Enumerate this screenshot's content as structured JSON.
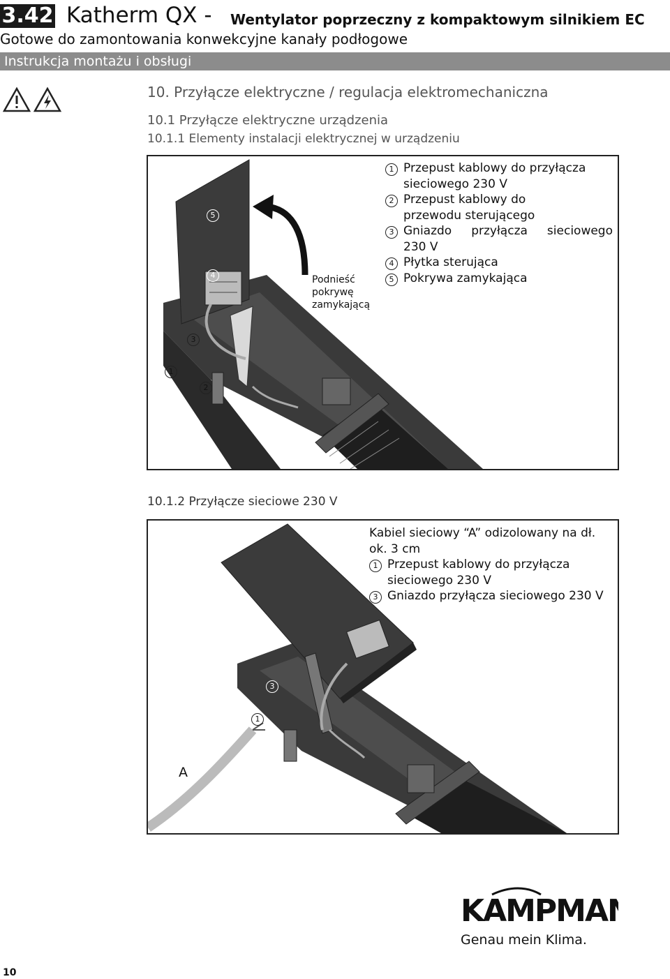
{
  "header": {
    "section_number": "3.42",
    "product_name": "Katherm QX -",
    "product_desc": "Wentylator poprzeczny z kompaktowym silnikiem EC",
    "subtitle": "Gotowe do zamontowania konwekcyjne kanały podłogowe",
    "band_label": "Instrukcja montażu i obsługi"
  },
  "section": {
    "heading": "10. Przyłącze elektryczne / regulacja elektromechaniczna",
    "subheading": "10.1 Przyłącze elektryczne urządzenia",
    "subsubheading": "10.1.1 Elementy instalacji elektrycznej w urządzeniu"
  },
  "figure1": {
    "callout": [
      "Podnieść",
      "pokrywę",
      "zamykającą"
    ],
    "labels": [
      "1",
      "2",
      "3",
      "4",
      "5"
    ],
    "legend": [
      {
        "num": "1",
        "text": "Przepust kablowy do przyłącza",
        "text2": "sieciowego 230 V"
      },
      {
        "num": "2",
        "text": "Przepust kablowy do",
        "text2": "przewodu sterującego"
      },
      {
        "num": "3",
        "text": "Gniazdo przyłącza sieciowego",
        "text2": "230 V"
      },
      {
        "num": "4",
        "text": "Płytka sterująca",
        "text2": ""
      },
      {
        "num": "5",
        "text": "Pokrywa zamykająca",
        "text2": ""
      }
    ]
  },
  "section2": {
    "subsubheading": "10.1.2 Przyłącze sieciowe 230 V"
  },
  "figure2": {
    "label_a": "A",
    "labels": [
      "1",
      "3"
    ],
    "note": "Kabiel sieciowy “A” odizolowany na dł.",
    "note2": "ok. 3 cm",
    "legend": [
      {
        "num": "1",
        "text": "Przepust kablowy do przyłącza",
        "text2": "sieciowego 230 V"
      },
      {
        "num": "3",
        "text": "Gniazdo przyłącza sieciowego 230 V",
        "text2": ""
      }
    ]
  },
  "footer": {
    "logo": "KAMPMANN",
    "slogan": "Genau mein Klima.",
    "page_number": "10"
  },
  "icons": [
    "warning-icon",
    "electric-hazard-icon"
  ]
}
